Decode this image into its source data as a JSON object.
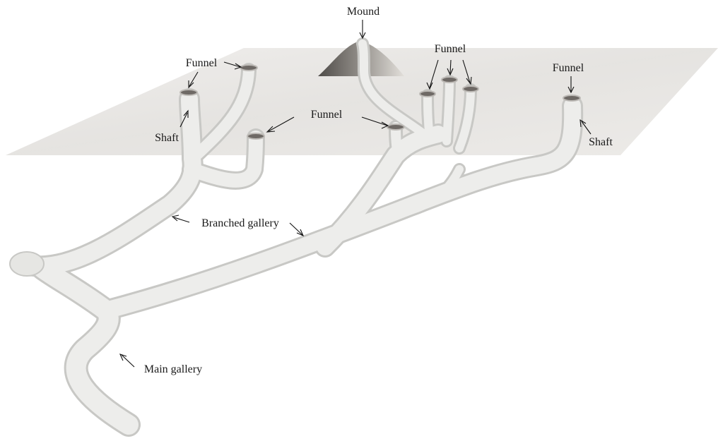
{
  "labels": {
    "mound": "Mound",
    "funnel_top_left": "Funnel",
    "funnel_middle": "Funnel",
    "funnel_center_cluster": "Funnel",
    "funnel_right": "Funnel",
    "shaft_left": "Shaft",
    "shaft_right": "Shaft",
    "branched_gallery": "Branched gallery",
    "main_gallery": "Main gallery"
  },
  "colors": {
    "ground": "#e6e4e1",
    "tunnel": "#e9e9e7",
    "tunnel_edge": "#c9c9c6",
    "funnel_hole": "#6f6a66",
    "mound": "#8f8b86",
    "label": "#1a1a1a"
  }
}
